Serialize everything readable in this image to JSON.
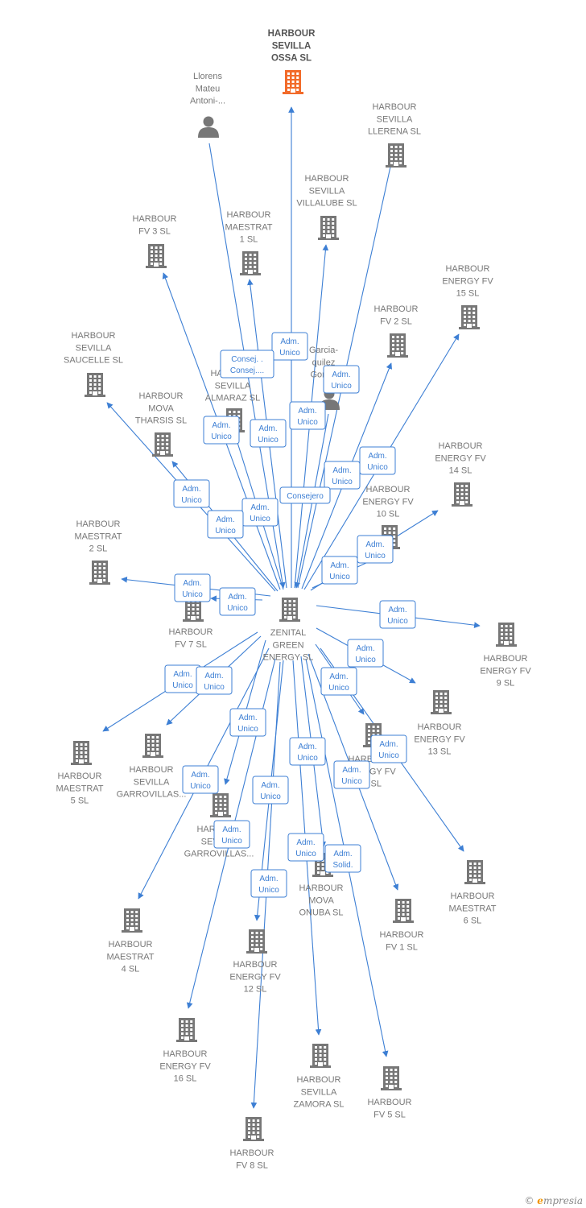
{
  "colors": {
    "edge": "#3d7fd4",
    "node": "#777777",
    "focus_node": "#f26b2a",
    "label_border": "#3d7fd4",
    "label_text": "#3d7fd4"
  },
  "footer": {
    "copyright": "©",
    "brand_first": "e",
    "brand_rest": "mpresia"
  },
  "hub": {
    "id": "zenital",
    "lines": [
      "ZENITAL",
      "GREEN",
      "ENERGY  SL"
    ],
    "icon": "building-icon"
  },
  "nodes": [
    {
      "id": "hs_ossa",
      "type": "building",
      "focus": true,
      "lines": [
        "HARBOUR",
        "SEVILLA",
        "OSSA  SL"
      ]
    },
    {
      "id": "llorens",
      "type": "person",
      "lines": [
        "Llorens",
        "Mateu",
        "Antoni-..."
      ]
    },
    {
      "id": "hs_llerena",
      "type": "building",
      "lines": [
        "HARBOUR",
        "SEVILLA",
        "LLERENA  SL"
      ]
    },
    {
      "id": "hs_villalube",
      "type": "building",
      "lines": [
        "HARBOUR",
        "SEVILLA",
        "VILLALUBE  SL"
      ]
    },
    {
      "id": "hm1",
      "type": "building",
      "lines": [
        "HARBOUR",
        "MAESTRAT",
        "1  SL"
      ]
    },
    {
      "id": "hfv3",
      "type": "building",
      "lines": [
        "HARBOUR",
        "FV 3  SL"
      ]
    },
    {
      "id": "hefv15",
      "type": "building",
      "lines": [
        "HARBOUR",
        "ENERGY FV",
        "15  SL"
      ]
    },
    {
      "id": "hfv2",
      "type": "building",
      "lines": [
        "HARBOUR",
        "FV 2  SL"
      ]
    },
    {
      "id": "garcia",
      "type": "person",
      "lines": [
        "Garcia-",
        "quilez",
        "Gom..."
      ]
    },
    {
      "id": "hs_saucelle",
      "type": "building",
      "lines": [
        "HARBOUR",
        "SEVILLA",
        "SAUCELLE  SL"
      ]
    },
    {
      "id": "hs_almaraz",
      "type": "building",
      "lines": [
        "HARBOUR",
        "SEVILLA",
        "ALMARAZ  SL"
      ]
    },
    {
      "id": "hmova_tharsis",
      "type": "building",
      "lines": [
        "HARBOUR",
        "MOVA",
        "THARSIS  SL"
      ]
    },
    {
      "id": "hefv14",
      "type": "building",
      "lines": [
        "HARBOUR",
        "ENERGY FV",
        "14  SL"
      ]
    },
    {
      "id": "hefv10",
      "type": "building",
      "lines": [
        "HARBOUR",
        "ENERGY FV",
        "10  SL"
      ]
    },
    {
      "id": "hm2",
      "type": "building",
      "lines": [
        "HARBOUR",
        "MAESTRAT",
        "2  SL"
      ]
    },
    {
      "id": "hfv7",
      "type": "building",
      "lines": [
        "HARBOUR",
        "FV 7  SL"
      ]
    },
    {
      "id": "hefv9",
      "type": "building",
      "lines": [
        "HARBOUR",
        "ENERGY FV",
        "9  SL"
      ]
    },
    {
      "id": "hefv13",
      "type": "building",
      "lines": [
        "HARBOUR",
        "ENERGY FV",
        "13  SL"
      ]
    },
    {
      "id": "hm5",
      "type": "building",
      "lines": [
        "HARBOUR",
        "MAESTRAT",
        "5  SL"
      ]
    },
    {
      "id": "hs_garro1",
      "type": "building",
      "lines": [
        "HARBOUR",
        "SEVILLA",
        "GARROVILLAS..."
      ]
    },
    {
      "id": "hs_garro2",
      "type": "building",
      "lines": [
        "HARBOUR",
        "SEVILLA",
        "GARROVILLAS..."
      ]
    },
    {
      "id": "hefv11",
      "type": "building",
      "lines": [
        "HARBOUR",
        "ENERGY FV",
        "11  SL"
      ]
    },
    {
      "id": "hm6",
      "type": "building",
      "lines": [
        "HARBOUR",
        "MAESTRAT",
        "6  SL"
      ]
    },
    {
      "id": "hmova_onuba",
      "type": "building",
      "lines": [
        "HARBOUR",
        "MOVA",
        "ONUBA  SL"
      ]
    },
    {
      "id": "hfv1",
      "type": "building",
      "lines": [
        "HARBOUR",
        "FV 1  SL"
      ]
    },
    {
      "id": "hm4",
      "type": "building",
      "lines": [
        "HARBOUR",
        "MAESTRAT",
        "4  SL"
      ]
    },
    {
      "id": "hefv12",
      "type": "building",
      "lines": [
        "HARBOUR",
        "ENERGY FV",
        "12  SL"
      ]
    },
    {
      "id": "hefv16",
      "type": "building",
      "lines": [
        "HARBOUR",
        "ENERGY FV",
        "16  SL"
      ]
    },
    {
      "id": "hs_zamora",
      "type": "building",
      "lines": [
        "HARBOUR",
        "SEVILLA",
        "ZAMORA  SL"
      ]
    },
    {
      "id": "hfv5",
      "type": "building",
      "lines": [
        "HARBOUR",
        "FV 5  SL"
      ]
    },
    {
      "id": "hfv8",
      "type": "building",
      "lines": [
        "HARBOUR",
        "FV 8  SL"
      ]
    }
  ],
  "edges": [
    {
      "id": "e_ossa",
      "label": [
        "Adm.",
        "Unico"
      ]
    },
    {
      "id": "e_llorens",
      "label": [
        "Consej. .",
        "Consej...."
      ]
    },
    {
      "id": "e_llerena",
      "label": [
        "Adm.",
        "Unico"
      ]
    },
    {
      "id": "e_villalube",
      "label": [
        "Adm.",
        "Unico"
      ]
    },
    {
      "id": "e_hm1",
      "label": [
        "Adm.",
        "Unico"
      ]
    },
    {
      "id": "e_hfv3",
      "label": [
        "Adm.",
        "Unico"
      ]
    },
    {
      "id": "e_hefv15",
      "label": [
        "Adm.",
        "Unico"
      ]
    },
    {
      "id": "e_hfv2",
      "label": [
        "Adm.",
        "Unico"
      ]
    },
    {
      "id": "e_garcia",
      "label": [
        "Consejero"
      ]
    },
    {
      "id": "e_saucelle",
      "label": [
        "Adm.",
        "Unico"
      ]
    },
    {
      "id": "e_almaraz",
      "label": [
        "Adm.",
        "Unico"
      ]
    },
    {
      "id": "e_tharsis",
      "label": [
        "Adm.",
        "Unico"
      ]
    },
    {
      "id": "e_hefv14",
      "label": [
        "Adm.",
        "Unico"
      ]
    },
    {
      "id": "e_hefv10",
      "label": [
        "Adm.",
        "Unico"
      ]
    },
    {
      "id": "e_hm2",
      "label": [
        "Adm.",
        "Unico"
      ]
    },
    {
      "id": "e_hfv7",
      "label": [
        "Adm.",
        "Unico"
      ]
    },
    {
      "id": "e_hefv9",
      "label": [
        "Adm.",
        "Unico"
      ]
    },
    {
      "id": "e_hefv13",
      "label": [
        "Adm.",
        "Unico"
      ]
    },
    {
      "id": "e_hm5",
      "label": [
        "Adm.",
        "Unico"
      ]
    },
    {
      "id": "e_garro1",
      "label": [
        "Adm.",
        "Unico"
      ]
    },
    {
      "id": "e_garro2",
      "label": [
        "Adm.",
        "Unico"
      ]
    },
    {
      "id": "e_hefv11",
      "label": [
        "Adm.",
        "Unico"
      ]
    },
    {
      "id": "e_hm6",
      "label": [
        "Adm.",
        "Unico"
      ]
    },
    {
      "id": "e_onuba",
      "label": [
        "Adm.",
        "Solid."
      ]
    },
    {
      "id": "e_hfv1",
      "label": [
        "Adm.",
        "Unico"
      ]
    },
    {
      "id": "e_hm4",
      "label": [
        "Adm.",
        "Unico"
      ]
    },
    {
      "id": "e_hefv12",
      "label": [
        "Adm.",
        "Unico"
      ]
    },
    {
      "id": "e_hefv16",
      "label": [
        "Adm.",
        "Unico"
      ]
    },
    {
      "id": "e_zamora",
      "label": [
        "Adm.",
        "Unico"
      ]
    },
    {
      "id": "e_hfv5",
      "label": [
        "Adm.",
        "Unico"
      ]
    },
    {
      "id": "e_hfv8",
      "label": [
        "Adm.",
        "Unico"
      ]
    }
  ]
}
